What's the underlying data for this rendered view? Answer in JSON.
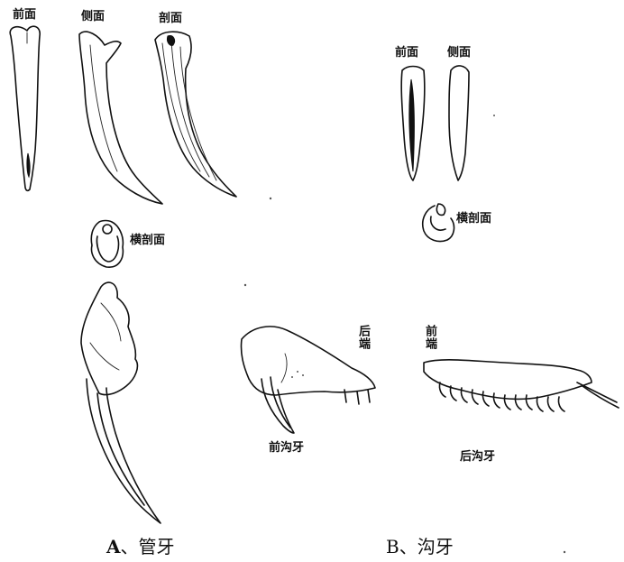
{
  "tube_fang": {
    "front_label": "前面",
    "side_label": "侧面",
    "section_label": "剖面",
    "cross_section_label": "横剖面",
    "caption_letter": "A",
    "caption_text": "、管牙"
  },
  "groove_fang": {
    "front_label": "前面",
    "side_label": "侧面",
    "cross_section_label": "横剖面",
    "rear_end_label": "后端",
    "front_end_label": "前端",
    "front_groove_label": "前沟牙",
    "rear_groove_label": "后沟牙",
    "caption_letter": "B",
    "caption_text": "、沟牙"
  }
}
